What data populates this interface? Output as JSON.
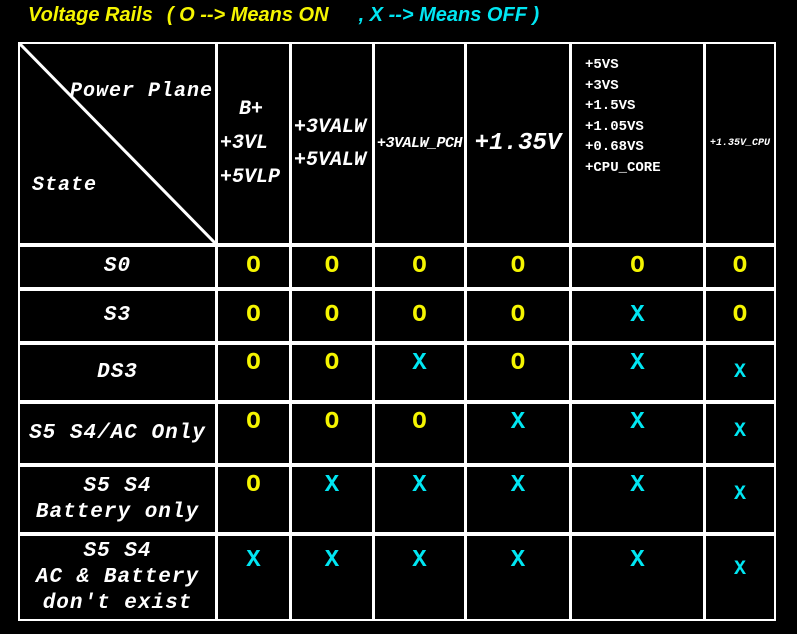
{
  "colors": {
    "on": "#f5f500",
    "off": "#00e6f2",
    "line": "#ffffff"
  },
  "title": {
    "main": "Voltage Rails",
    "legend_on": "( O --> Means ON",
    "legend_off": ", X --> Means OFF )"
  },
  "table": {
    "corner": {
      "top_right": "Power Plane",
      "bottom_left": "State"
    },
    "columns": [
      {
        "id": "b-plus-3vl-5vlp",
        "lines": [
          "B+",
          "+3VL",
          "+5VLP"
        ]
      },
      {
        "id": "3valw-5valw",
        "lines": [
          "+3VALW",
          "+5VALW"
        ]
      },
      {
        "id": "3valw-pch",
        "lines": [
          "+3VALW_PCH"
        ]
      },
      {
        "id": "1v35",
        "lines": [
          "+1.35V"
        ]
      },
      {
        "id": "vs-group",
        "lines": [
          "+5VS",
          "+3VS",
          "+1.5VS",
          "+1.05VS",
          "+0.68VS",
          "+CPU_CORE"
        ]
      },
      {
        "id": "1v35-cpu",
        "lines": [
          "+1.35V_CPU"
        ]
      }
    ],
    "rows": [
      {
        "id": "s0",
        "label_lines": [
          "S0"
        ],
        "marks": [
          "O",
          "O",
          "O",
          "O",
          "O",
          "O"
        ]
      },
      {
        "id": "s3",
        "label_lines": [
          "S3"
        ],
        "marks": [
          "O",
          "O",
          "O",
          "O",
          "X",
          "O"
        ]
      },
      {
        "id": "ds3",
        "label_lines": [
          "DS3"
        ],
        "marks": [
          "O",
          "O",
          "X",
          "O",
          "X",
          "X"
        ]
      },
      {
        "id": "s5-s4-ac-only",
        "label_lines": [
          "S5 S4/AC Only"
        ],
        "marks": [
          "O",
          "O",
          "O",
          "X",
          "X",
          "X"
        ]
      },
      {
        "id": "s5-s4-battery",
        "label_lines": [
          "S5 S4",
          "Battery only"
        ],
        "marks": [
          "O",
          "X",
          "X",
          "X",
          "X",
          "X"
        ]
      },
      {
        "id": "s5-s4-none",
        "label_lines": [
          "S5 S4",
          "AC & Battery",
          "don't exist"
        ],
        "marks": [
          "X",
          "X",
          "X",
          "X",
          "X",
          "X"
        ]
      }
    ]
  }
}
